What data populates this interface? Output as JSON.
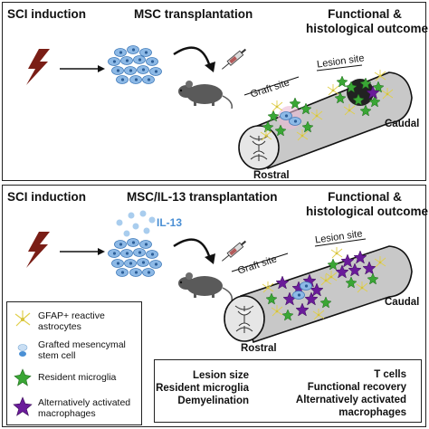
{
  "top": {
    "col1": "SCI induction",
    "col2": "MSC transplantation",
    "col3_line1": "Functional &",
    "col3_line2": "histological outcome",
    "graft_site": "Graft site",
    "lesion_site": "Lesion site",
    "caudal": "Caudal",
    "rostral": "Rostral"
  },
  "bottom": {
    "col1": "SCI induction",
    "col2": "MSC/IL-13 transplantation",
    "col3_line1": "Functional &",
    "col3_line2": "histological outcome",
    "il13": "IL-13",
    "graft_site": "Graft site",
    "lesion_site": "Lesion site",
    "caudal": "Caudal",
    "rostral": "Rostral"
  },
  "legend": {
    "items": [
      {
        "line1": "GFAP+ reactive",
        "line2": "astrocytes"
      },
      {
        "line1": "Grafted mesencymal",
        "line2": "stem cell"
      },
      {
        "line1": "Resident microglia",
        "line2": ""
      },
      {
        "line1": "Alternatively activated",
        "line2": "macrophages"
      }
    ]
  },
  "results": {
    "left": [
      "Lesion size",
      "Resident microglia",
      "Demyelination"
    ],
    "right": [
      "T cells",
      "Functional recovery",
      "Alternatively activated",
      "macrophages"
    ]
  },
  "colors": {
    "lightning": "#7a1e16",
    "msc_blue": "#6fa8dc",
    "microglia_green": "#3aa635",
    "macrophage_purple": "#6a1b9a",
    "astrocyte_yellow": "#e8d95a",
    "cord_gray": "#c8c8c8"
  }
}
